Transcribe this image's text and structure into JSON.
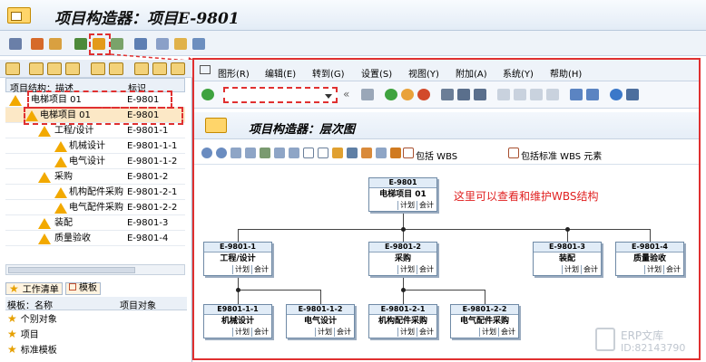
{
  "window": {
    "title": "项目构造器：项目E-9801"
  },
  "tree": {
    "header": {
      "col1": "项目结构：描述",
      "col2": "标识"
    },
    "rows": [
      {
        "name": "电梯项目 01",
        "id": "E-9801"
      },
      {
        "name": "电梯项目 01",
        "id": "E-9801"
      },
      {
        "name": "工程/设计",
        "id": "E-9801-1"
      },
      {
        "name": "机械设计",
        "id": "E-9801-1-1"
      },
      {
        "name": "电气设计",
        "id": "E-9801-1-2"
      },
      {
        "name": "采购",
        "id": "E-9801-2"
      },
      {
        "name": "机构配件采购",
        "id": "E-9801-2-1"
      },
      {
        "name": "电气配件采购",
        "id": "E-9801-2-2"
      },
      {
        "name": "装配",
        "id": "E-9801-3"
      },
      {
        "name": "质量验收",
        "id": "E-9801-4"
      }
    ]
  },
  "tabs": {
    "worklist": "工作清单",
    "template": "模板"
  },
  "templates": {
    "header": {
      "col1": "模板：名称",
      "col2": "项目对象"
    },
    "items": [
      "个别对象",
      "项目",
      "标准模板"
    ]
  },
  "menu": [
    "图形(R)",
    "编辑(E)",
    "转到(G)",
    "设置(S)",
    "视图(Y)",
    "附加(A)",
    "系统(Y)",
    "帮助(H)"
  ],
  "sub_title": "项目构造器：层次图",
  "tb3": {
    "include_wbs": "包括 WBS",
    "include_std_wbs": "包括标准 WBS 元素"
  },
  "note": "这里可以查看和维护WBS结构",
  "nodes": {
    "root": {
      "id": "E-9801",
      "name": "电梯项目 01"
    },
    "n1": {
      "id": "E-9801-1",
      "name": "工程/设计"
    },
    "n2": {
      "id": "E-9801-2",
      "name": "采购"
    },
    "n3": {
      "id": "E-9801-3",
      "name": "装配"
    },
    "n4": {
      "id": "E-9801-4",
      "name": "质量验收"
    },
    "n11": {
      "id": "E9801-1-1",
      "name": "机械设计"
    },
    "n12": {
      "id": "E-9801-1-2",
      "name": "电气设计"
    },
    "n21": {
      "id": "E-9801-2-1",
      "name": "机构配件采购"
    },
    "n22": {
      "id": "E-9801-2-2",
      "name": "电气配件采购"
    },
    "footer": {
      "plan": "计划",
      "acct": "会计"
    }
  },
  "watermark": {
    "name": "ERP文库",
    "id": "ID:82143790"
  }
}
